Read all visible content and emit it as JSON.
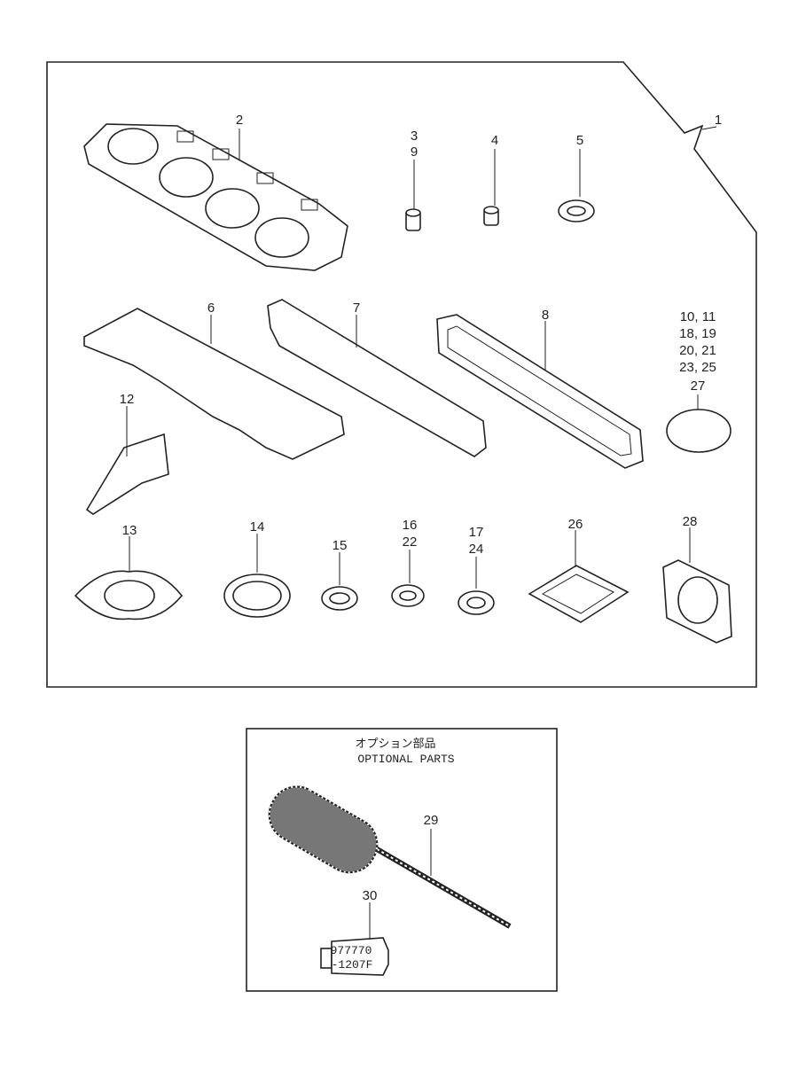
{
  "kit_label": "1",
  "parts": [
    {
      "callout": "2"
    },
    {
      "callout": "3\n9",
      "lines": [
        "3",
        "9"
      ]
    },
    {
      "callout": "4"
    },
    {
      "callout": "5"
    },
    {
      "callout": "6"
    },
    {
      "callout": "7"
    },
    {
      "callout": "8"
    },
    {
      "lines": [
        "10, 11",
        "18, 19",
        "20, 21",
        "23, 25",
        "27"
      ]
    },
    {
      "callout": "12"
    },
    {
      "callout": "13"
    },
    {
      "callout": "14"
    },
    {
      "callout": "15"
    },
    {
      "lines": [
        "16",
        "22"
      ]
    },
    {
      "lines": [
        "17",
        "24"
      ]
    },
    {
      "callout": "26"
    },
    {
      "callout": "28"
    }
  ],
  "optional": {
    "title_jp": "オプション部品",
    "title_en": "OPTIONAL PARTS",
    "brush_callout": "29",
    "tube_callout": "30",
    "tube_text": [
      "977770",
      "-1207F"
    ]
  }
}
